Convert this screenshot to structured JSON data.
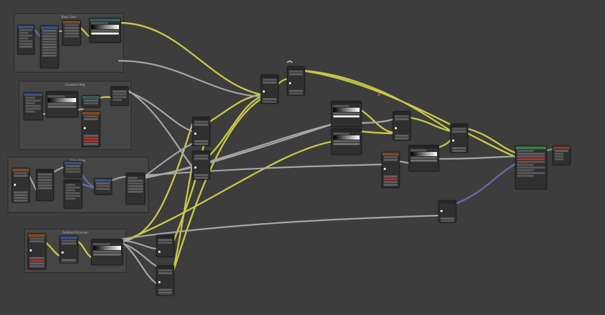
{
  "frames": [
    {
      "id": "f1",
      "label": "Base Color"
    },
    {
      "id": "f2",
      "label": "Curvature Map"
    },
    {
      "id": "f3",
      "label": "Edge Mask"
    },
    {
      "id": "f4",
      "label": "Ambient Occlusion"
    }
  ],
  "colors": {
    "background": "#3d3d3d",
    "frame": "#454545",
    "wire_color": "#c8c84a",
    "wire_float": "#a8a8a8",
    "wire_vector": "#6a6ab0",
    "wire_shader": "#5ab87a",
    "node_body": "#303030"
  },
  "icons": [
    "node-socket-icon",
    "checkbox-icon"
  ]
}
